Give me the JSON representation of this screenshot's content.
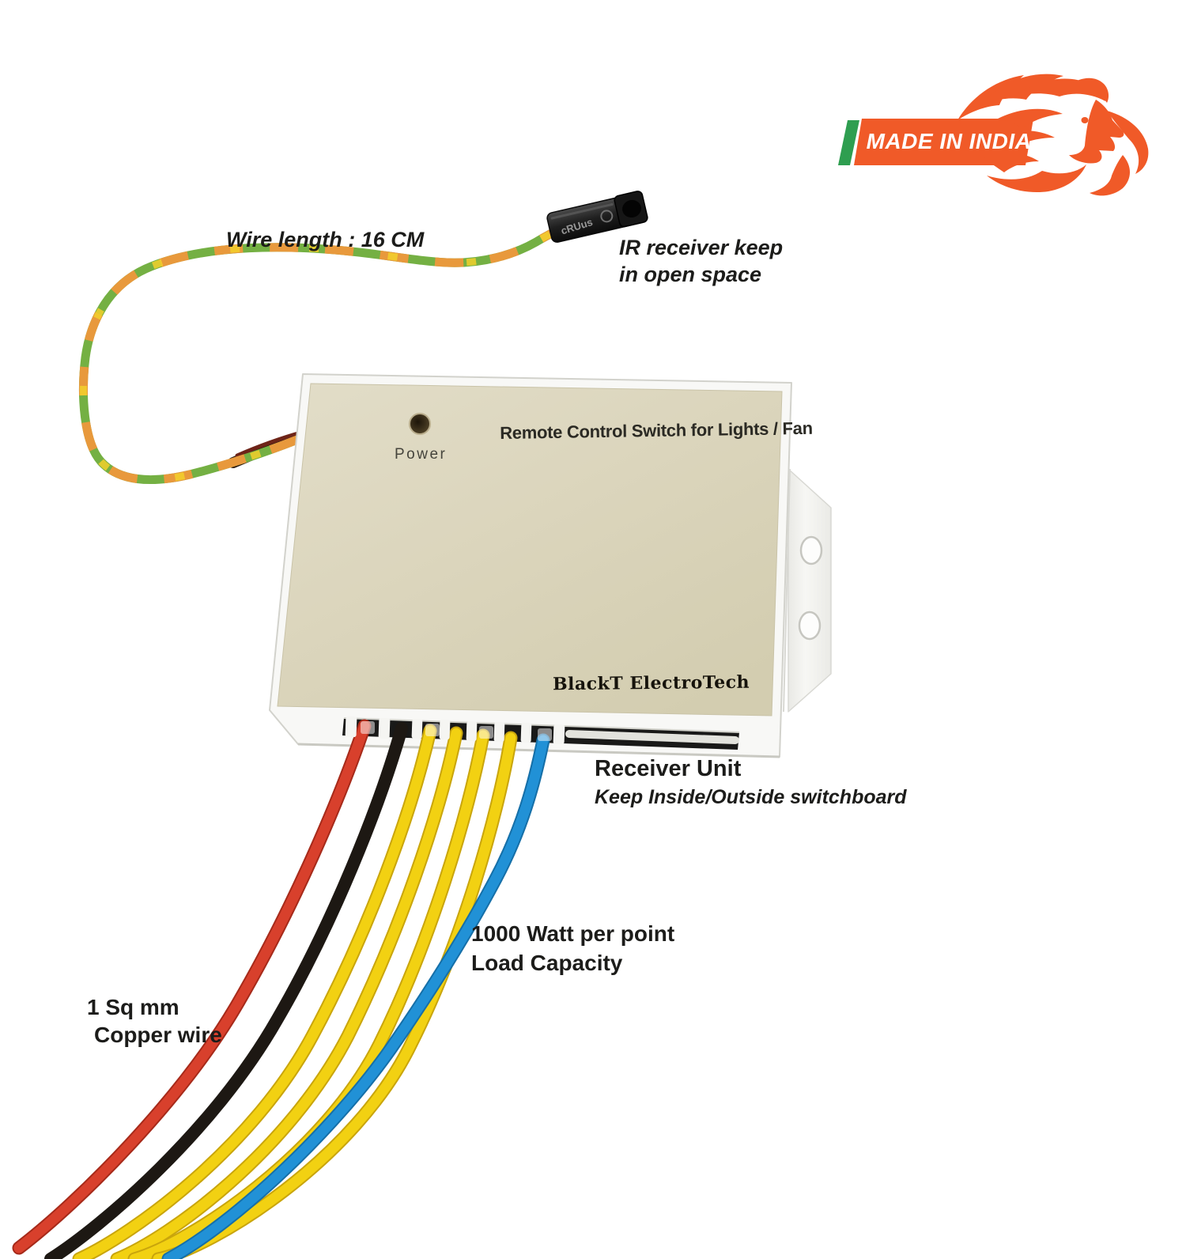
{
  "page": {
    "background": "#ffffff"
  },
  "badge": {
    "label": "MADE IN INDIA",
    "banner_color": "#f05a28",
    "stripe_color": "#2e9e50",
    "label_color": "#ffffff",
    "lion_color": "#f05a28"
  },
  "annotations": {
    "wire_length": "Wire length : 16 CM",
    "ir_note_line1": "IR receiver keep",
    "ir_note_line2": "in open space",
    "receiver_title": "Receiver Unit",
    "receiver_subtitle": "Keep Inside/Outside switchboard",
    "load_line1": "1000 Watt per point",
    "load_line2": "Load Capacity",
    "gauge_line1": "1 Sq mm",
    "gauge_line2": "Copper wire",
    "text_color": "#1c1c1a"
  },
  "device": {
    "title": "Remote Control Switch for Lights / Fan",
    "brand": "BlackT ElectroTech",
    "power_label": "Power",
    "label_color": "#dcd6bd",
    "body_color": "#f8f8f6"
  },
  "ir_receiver": {
    "marking": "cRUus",
    "housing_color": "#262626",
    "wire_green": "#74b043",
    "wire_orange": "#e8993c",
    "wire_glint": "#f2d02c"
  },
  "wires": {
    "red": "#d8402c",
    "red_edge": "#a62a1a",
    "black": "#1d1813",
    "yellow": "#f2d112",
    "yellow_edge": "#c9a50c",
    "blue": "#2191d6",
    "blue_edge": "#156fa8",
    "stub_dark": "#2f1a10",
    "stub_red": "#6e2418"
  }
}
